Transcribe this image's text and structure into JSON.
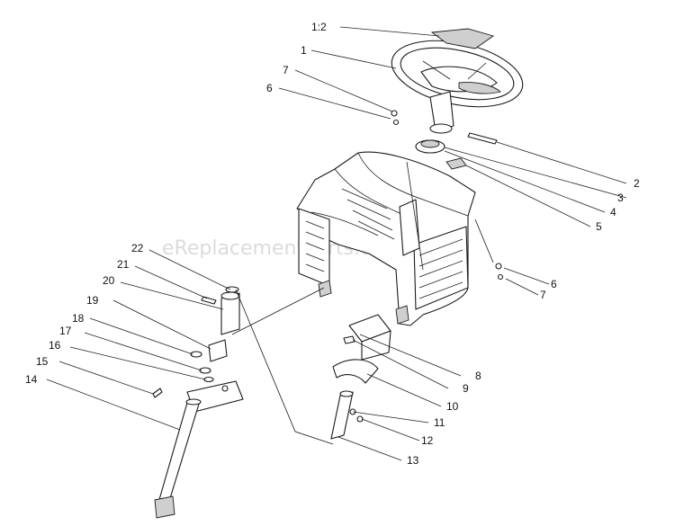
{
  "watermark": "eReplacementParts.com",
  "callouts": [
    {
      "id": "1:2"
    },
    {
      "id": "1"
    },
    {
      "id": "7"
    },
    {
      "id": "6"
    },
    {
      "id": "2"
    },
    {
      "id": "3"
    },
    {
      "id": "4"
    },
    {
      "id": "5"
    },
    {
      "id": "6"
    },
    {
      "id": "7"
    },
    {
      "id": "22"
    },
    {
      "id": "21"
    },
    {
      "id": "20"
    },
    {
      "id": "19"
    },
    {
      "id": "18"
    },
    {
      "id": "17"
    },
    {
      "id": "16"
    },
    {
      "id": "15"
    },
    {
      "id": "14"
    },
    {
      "id": "8"
    },
    {
      "id": "9"
    },
    {
      "id": "10"
    },
    {
      "id": "11"
    },
    {
      "id": "12"
    },
    {
      "id": "13"
    }
  ]
}
